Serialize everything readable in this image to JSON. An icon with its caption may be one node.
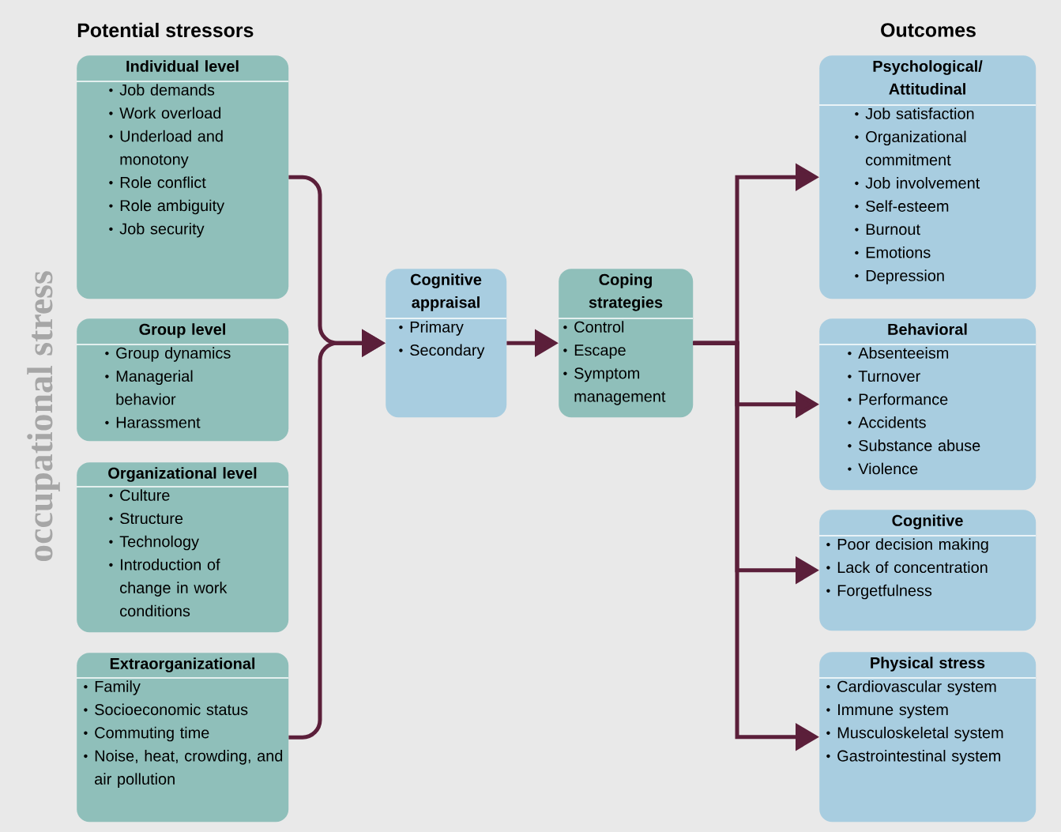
{
  "diagram": {
    "nodes": [
      {
        "text": [
          "Individual level",
          "Job demands",
          "Work overload",
          "Underload and monotony",
          "Role conflict",
          "Role ambiguity",
          "Job security"
        ]
      },
      {
        "text": [
          "Group level",
          "Group dynamics",
          "Managerial behavior",
          "Harassment"
        ]
      },
      {
        "text": [
          "Organizational level",
          "Culture",
          "Structure",
          "Technology",
          "Introduction of change in work conditions"
        ]
      },
      {
        "text": [
          "Extraorganizational",
          "Family",
          "Socioeconomic status",
          "Commuting time",
          "Noise, heat, crowding, and air pollution"
        ]
      },
      {
        "text": [
          "Cognitive appraisal",
          "Primary",
          "Secondary"
        ]
      },
      {
        "text": [
          "Coping strategies",
          "Control",
          "Escape",
          "Symptom management"
        ]
      },
      {
        "text": [
          "Psychological/ Attitudinal",
          "Job satisfaction",
          "Organizational commitment",
          "Job involvement",
          "Self-esteem",
          "Burnout",
          "Emotions",
          "Depression"
        ]
      },
      {
        "text": [
          "Behavioral",
          "Absenteeism",
          "Turnover",
          "Performance",
          "Accidents",
          "Substance abuse",
          "Violence"
        ]
      },
      {
        "text": [
          "Cognitive",
          "Poor decision making",
          "Lack of concentration",
          "Forgetfulness"
        ]
      },
      {
        "text": [
          "Physical stress",
          "Cardiovascular system",
          "Immune system",
          "Musculoskeletal system",
          "Gastrointestinal system"
        ]
      }
    ],
    "edges": [
      {
        "from": 0,
        "to": 4,
        "arrow": "to"
      },
      {
        "from": 3,
        "to": 4,
        "arrow": "to"
      },
      {
        "from": 4,
        "to": 5,
        "arrow": "to"
      },
      {
        "from": 5,
        "to": 6,
        "arrow": "to"
      },
      {
        "from": 5,
        "to": 7,
        "arrow": "to"
      },
      {
        "from": 5,
        "to": 8,
        "arrow": "to"
      },
      {
        "from": 5,
        "to": 9,
        "arrow": "to"
      }
    ],
    "labels": [
      "Potential stressors",
      "Outcomes",
      "occupational stress"
    ]
  }
}
